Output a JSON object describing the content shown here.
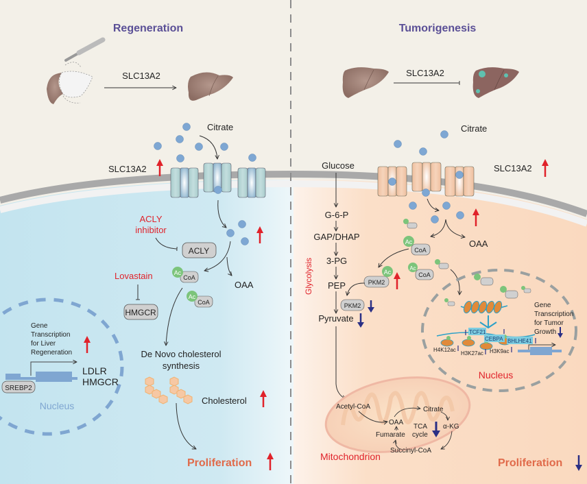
{
  "colors": {
    "title": "#5a4f96",
    "red": "#e0222a",
    "navy": "#2a2f85",
    "prolif": "#e06a4a",
    "nucleus_left": "#7fa6d1",
    "nucleus_right": "#9aa0a0",
    "cyto_left": "#c6e6f0",
    "cyto_right": "#fbdcc3",
    "bg": "#f3f0e8",
    "citrate": "#7ea7d3",
    "ac_green": "#7cc47b",
    "box_gray": "#d0d0d0"
  },
  "left": {
    "title": "Regeneration",
    "top_arrow_label": "SLC13A2",
    "citrate_label": "Citrate",
    "transporter_label": "SLC13A2",
    "acly_inhibitor": [
      "ACLY",
      "inhibitor"
    ],
    "acly_box": "ACLY",
    "lovastain": "Lovastain",
    "hmgcr_box": "HMGCR",
    "ac": "Ac",
    "coa": "CoA",
    "oaa": "OAA",
    "de_novo": [
      "De Novo cholesterol",
      "synthesis"
    ],
    "cholesterol": "Cholesterol",
    "proliferation": "Proliferation",
    "nucleus": {
      "gene_text": [
        "Gene",
        "Transcription",
        "for Liver",
        "Regeneration"
      ],
      "genes": [
        "LDLR",
        "HMGCR"
      ],
      "srebp2": "SREBP2",
      "label": "Nucleus"
    }
  },
  "right": {
    "title": "Tumorigenesis",
    "top_arrow_label": "SLC13A2",
    "citrate_label": "Citrate",
    "transporter_label": "SLC13A2",
    "glycolysis_label": "Glycolysis",
    "glycolysis_steps": [
      "Glucose",
      "G-6-P",
      "GAP/DHAP",
      "3-PG",
      "PEP",
      "Pyruvate"
    ],
    "pkm2": "PKM2",
    "ac": "Ac",
    "coa": "CoA",
    "oaa": "OAA",
    "nucleus": {
      "gene_text": [
        "Gene",
        "Transcription",
        "for Tumor",
        "Growth"
      ],
      "tfs": [
        "TCF21",
        "CEBPA",
        "BHLHE41"
      ],
      "histone_marks": [
        "H4K12ac",
        "H3K27ac",
        "H3K9ac"
      ],
      "label": "Nucleus"
    },
    "mitochondrion": {
      "label": "Mitochondrion",
      "acetyl_coa": "Acetyl-CoA",
      "oaa": "OAA",
      "citrate": "Citrate",
      "akg": "α-KG",
      "succinyl": "Succinyl-CoA",
      "fumarate": "Fumarate",
      "tca": [
        "TCA",
        "cycle"
      ]
    },
    "proliferation": "Proliferation"
  }
}
